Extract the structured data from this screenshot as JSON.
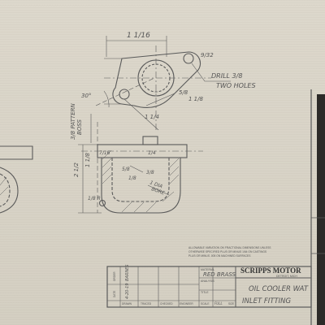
{
  "drawing": {
    "dims": {
      "top_width": "1 1/16",
      "hole_dia": "9/32",
      "drill_note_line1": "DRILL 3/8",
      "drill_note_line2": "TWO HOLES",
      "angle": "30°",
      "offset_small": "5/8",
      "offset_large": "1 1/8",
      "bottom_span": "1 1/4",
      "pattern_note_line1": "3/8 PATTERN",
      "pattern_note_line2": "BOSS",
      "height_a": "2 1/2",
      "height_b": "1 1/8",
      "side_a": "7/16",
      "side_b": "1/4",
      "side_c": "5/8",
      "side_d": "1/8",
      "side_e": "3/8",
      "radius_note": "1/8 R",
      "dia_note_line1": "1 DIA",
      "dia_note_line2": "BORE"
    },
    "notes_line1": "ALLOWABLE VARIATION ON FRACTIONAL DIMENSIONS UNLESS",
    "notes_line2": "OTHERWISE SPECIFIED PLUS OR MINUS 1/64 ON CASTINGS",
    "notes_line3": "PLUS OR MINUS .005 ON MACHINED SURFACES"
  },
  "title_block": {
    "material_label": "MATERIAL",
    "material_value": "RED BRASS",
    "analysis_label": "ANALYSIS",
    "title_label": "TITLE",
    "title_line1": "OIL  COOLER  WAT",
    "title_line2": "INLET  FITTING",
    "company": "SCRIPPS MOTOR",
    "company_city": "DETROIT, MICH",
    "drawn_label": "DRAWN",
    "traced_label": "TRACED",
    "checked_label": "CHECKED",
    "engineer_label": "ENGINEER",
    "scale_label": "SCALE",
    "scale_value": "FULL",
    "size_label": "SIZE",
    "drawn_by": "BARNES",
    "date_label": "DATE",
    "date_value": "4-20-19",
    "order_label": "ORDER"
  }
}
